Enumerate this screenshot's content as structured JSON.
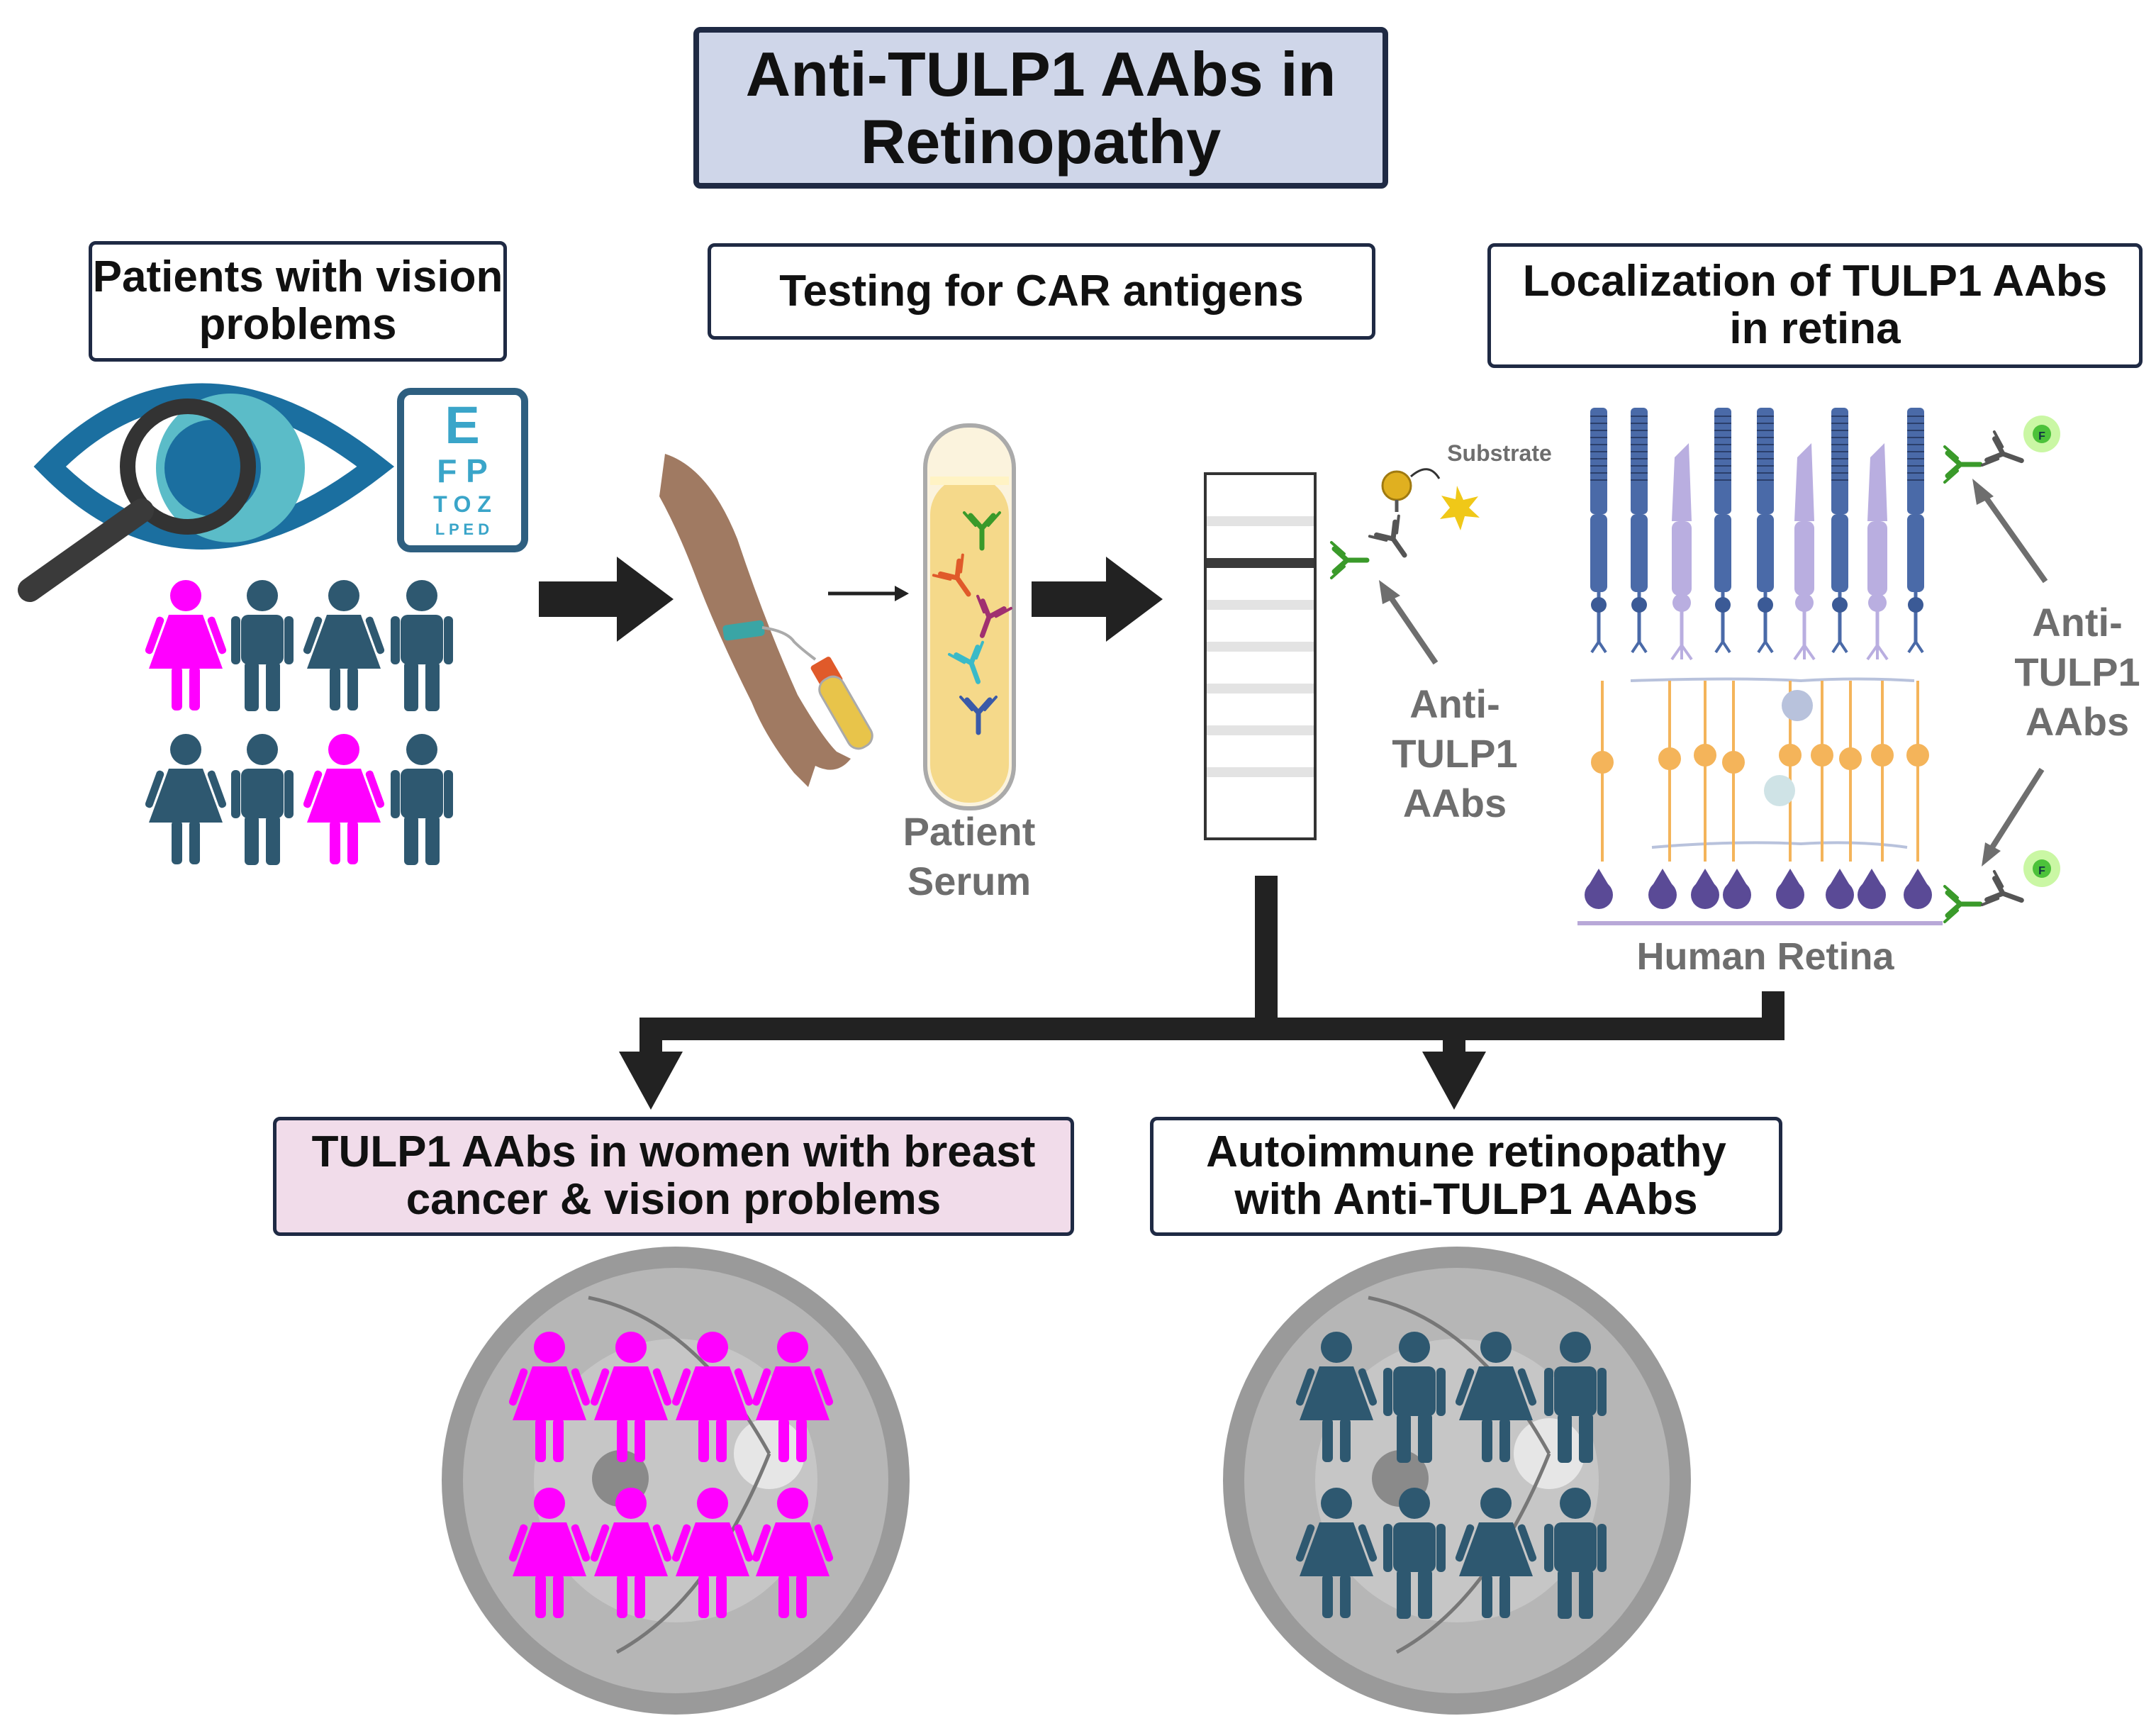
{
  "title": "Anti-TULP1 AAbs in Retinopathy",
  "headers": {
    "patients": "Patients with vision problems",
    "testing": "Testing for CAR antigens",
    "localization": "Localization of TULP1 AAbs in retina"
  },
  "eye_chart": {
    "rows": [
      "E",
      "F P",
      "T O Z",
      "L P E D"
    ]
  },
  "labels": {
    "patient_serum": "Patient Serum",
    "substrate": "Substrate",
    "anti_tulp1_blot": "Anti- TULP1 AAbs",
    "anti_tulp1_retina": "Anti- TULP1 AAbs",
    "human_retina": "Human Retina",
    "fluor_tag": "F"
  },
  "outcomes": {
    "breast_cancer": "TULP1 AAbs in women with breast cancer & vision problems",
    "autoimmune": "Autoimmune retinopathy with Anti-TULP1 AAbs"
  },
  "colors": {
    "title_fill": "#cfd6e9",
    "box_border": "#1f2a44",
    "female_magenta": "#ff00ff",
    "person_teal": "#2e5870",
    "arrow_black": "#222222",
    "outcome_pink": "#f1dcea",
    "antibody_green": "#3a9a2a",
    "rod_blue": "#4a6aa8",
    "cone_lavender": "#b9aee0",
    "bipolar_orange": "#f4b45a",
    "ganglion_purple": "#5a4a96"
  },
  "icons": [
    "eye-icon",
    "magnifier-icon",
    "eye-chart-icon",
    "arm-icon",
    "blood-tube-icon",
    "serum-tube-icon",
    "blot-strip-icon",
    "antibody-icon",
    "enzyme-icon",
    "star-icon",
    "retina-cells-icon",
    "fundus-icon",
    "female-icon",
    "male-icon"
  ]
}
